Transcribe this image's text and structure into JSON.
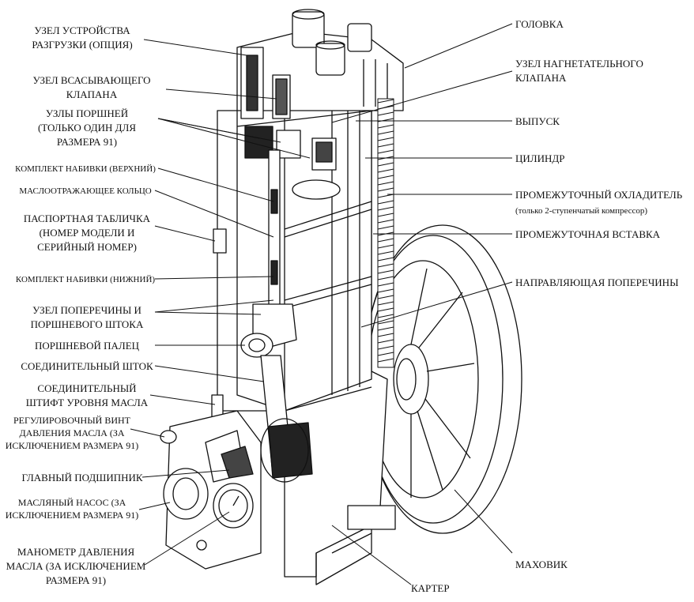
{
  "diagram": {
    "labels_left": [
      {
        "id": "unloader",
        "text": "УЗЕЛ УСТРОЙСТВА\nРАЗГРУЗКИ (ОПЦИЯ)"
      },
      {
        "id": "suction-valve",
        "text": "УЗЕЛ ВСАСЫВАЮЩЕГО\nКЛАПАНА"
      },
      {
        "id": "pistons",
        "text": "УЗЛЫ ПОРШНЕЙ\n(ТОЛЬКО ОДИН ДЛЯ\nРАЗМЕРА 91)"
      },
      {
        "id": "packing-upper",
        "text": "КОМПЛЕКТ НАБИВКИ (ВЕРХНИЙ)"
      },
      {
        "id": "oil-ring",
        "text": "МАСЛООТРАЖАЮЩЕЕ КОЛЬЦО"
      },
      {
        "id": "nameplate",
        "text": "ПАСПОРТНАЯ ТАБЛИЧКА\n(НОМЕР МОДЕЛИ И\nСЕРИЙНЫЙ НОМЕР)"
      },
      {
        "id": "packing-lower",
        "text": "КОМПЛЕКТ НАБИВКИ (НИЖНИЙ)"
      },
      {
        "id": "crosshead",
        "text": "УЗЕЛ ПОПЕРЕЧИНЫ И\nПОРШНЕВОГО ШТОКА"
      },
      {
        "id": "piston-pin",
        "text": "ПОРШНЕВОЙ ПАЛЕЦ"
      },
      {
        "id": "connecting-rod",
        "text": "СОЕДИНИТЕЛЬНЫЙ ШТОК"
      },
      {
        "id": "dipstick",
        "text": "СОЕДИНИТЕЛЬНЫЙ\nШТИФТ УРОВНЯ МАСЛА"
      },
      {
        "id": "adjust-screw",
        "text": "РЕГУЛИРОВОЧНЫЙ ВИНТ\nДАВЛЕНИЯ МАСЛА (ЗА\nИСКЛЮЧЕНИЕМ РАЗМЕРА 91)"
      },
      {
        "id": "main-bearing",
        "text": "ГЛАВНЫЙ ПОДШИПНИК"
      },
      {
        "id": "oil-pump",
        "text": "МАСЛЯНЫЙ НАСОС (ЗА\nИСКЛЮЧЕНИЕМ РАЗМЕРА 91)"
      },
      {
        "id": "oil-gauge",
        "text": "МАНОМЕТР ДАВЛЕНИЯ\nМАСЛА (ЗА ИСКЛЮЧЕНИЕМ\nРАЗМЕРА 91)"
      }
    ],
    "labels_right": [
      {
        "id": "head",
        "text": "ГОЛОВКА"
      },
      {
        "id": "discharge-valve",
        "text": "УЗЕЛ НАГНЕТАТЕЛЬНОГО\nКЛАПАНА"
      },
      {
        "id": "outlet",
        "text": "ВЫПУСК"
      },
      {
        "id": "cylinder",
        "text": "ЦИЛИНДР"
      },
      {
        "id": "intercooler",
        "text": "ПРОМЕЖУТОЧНЫЙ ОХЛАДИТЕЛЬ"
      },
      {
        "id": "intercooler-note",
        "text": "(только 2-ступенчатый компрессор)"
      },
      {
        "id": "distance-piece",
        "text": "ПРОМЕЖУТОЧНАЯ ВСТАВКА"
      },
      {
        "id": "crosshead-guide",
        "text": "НАПРАВЛЯЮЩАЯ ПОПЕРЕЧИНЫ"
      },
      {
        "id": "flywheel",
        "text": "МАХОВИК"
      }
    ],
    "labels_bottom": [
      {
        "id": "crankcase",
        "text": "КАРТЕР"
      }
    ]
  }
}
